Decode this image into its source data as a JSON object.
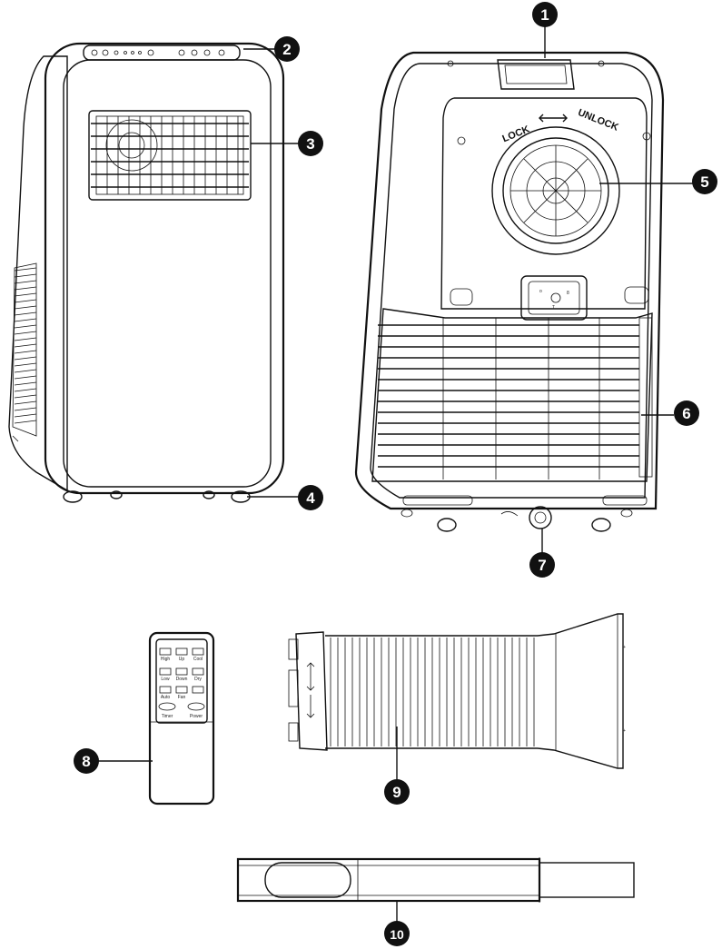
{
  "callouts": [
    "1",
    "2",
    "3",
    "4",
    "5",
    "6",
    "7",
    "8",
    "9",
    "10"
  ],
  "back_panel": {
    "lock": "LOCK",
    "unlock": "UNLOCK"
  },
  "remote": {
    "labels": [
      "High",
      "Up",
      "Cool",
      "Low",
      "Down",
      "Dry",
      "Auto",
      "Fan",
      "Timer",
      "Power"
    ]
  },
  "colors": {
    "ink": "#111111",
    "callout_fill": "#111111",
    "paper": "#ffffff"
  },
  "icons": [
    "arrow-left-right-icon",
    "arrow-up-down-icon"
  ]
}
